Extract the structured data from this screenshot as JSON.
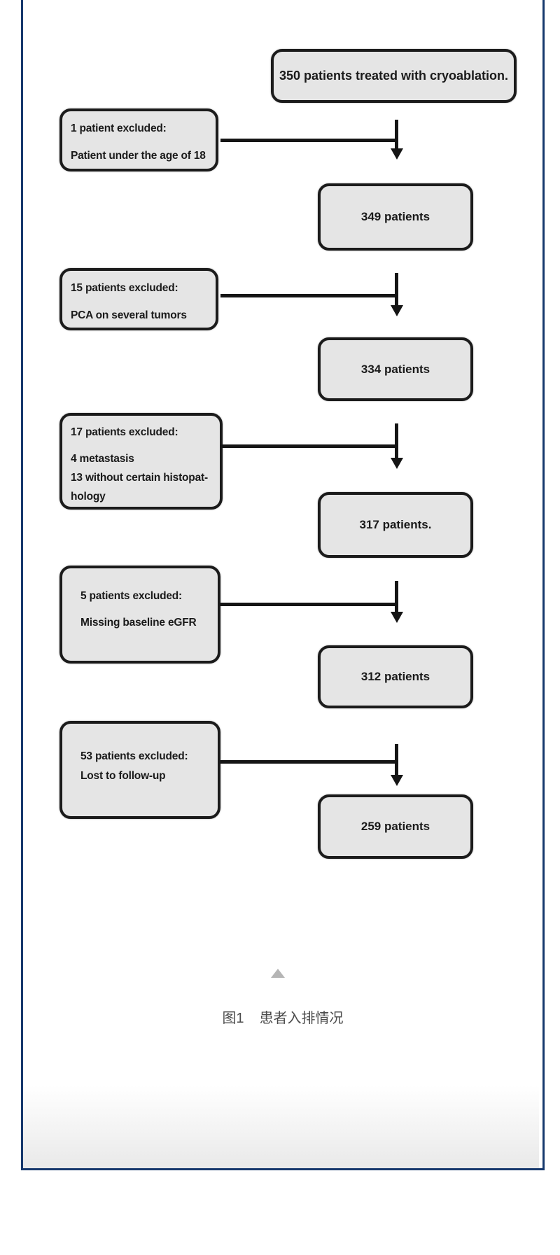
{
  "page": {
    "frame_color": "#16386d",
    "background_color": "#ffffff"
  },
  "flowchart": {
    "box_fill_color": "#e5e5e5",
    "box_border_color": "#1b1b1b",
    "arrow_color": "#151515",
    "title_box": "350 patients treated with cryoablation.",
    "steps": [
      {
        "excluded_lines": [
          "1 patient excluded:",
          "Patient under the age of 18"
        ],
        "result": "349 patients"
      },
      {
        "excluded_lines": [
          "15 patients excluded:",
          "PCA on several tumors"
        ],
        "result": "334 patients"
      },
      {
        "excluded_lines": [
          "17 patients excluded:",
          "4 metastasis",
          "13 without certain histopat-",
          "hology"
        ],
        "result": "317 patients."
      },
      {
        "excluded_lines": [
          "5 patients excluded:",
          "Missing baseline eGFR"
        ],
        "result": "312 patients"
      },
      {
        "excluded_lines": [
          "53 patients excluded:",
          "Lost to follow-up"
        ],
        "result": "259 patients"
      }
    ]
  },
  "caption": {
    "figure_label": "图1",
    "figure_title": "患者入排情况",
    "text_color": "#4b4b4b"
  },
  "controls": {
    "collapse_triangle_color": "#b5b5b5"
  }
}
